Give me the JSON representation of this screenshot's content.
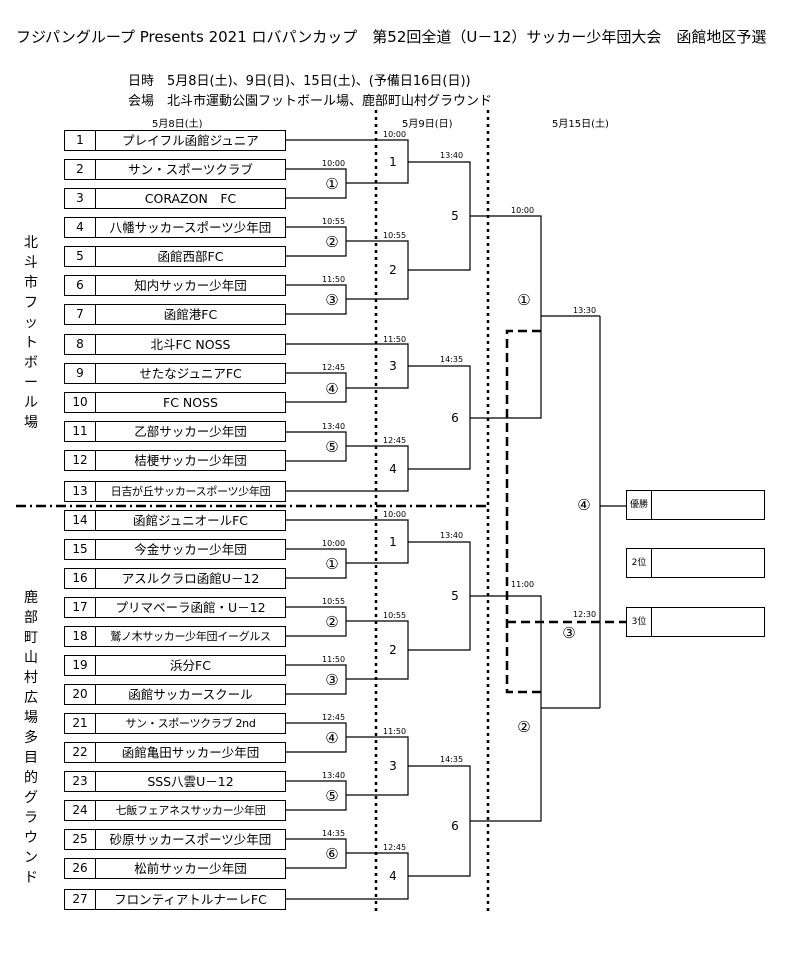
{
  "title": "フジパングループ Presents 2021 ロバパンカップ　第52回全道（U－12）サッカー少年団大会　函館地区予選",
  "schedule": "日時　5月8日(土)、9日(日)、15日(土)、(予備日16日(日))",
  "venue_line": "会場　北斗市運動公園フットボール場、鹿部町山村グラウンド",
  "dates": {
    "d1": "5月8日(土)",
    "d2": "5月9日(日)",
    "d3": "5月15日(土)"
  },
  "venue_labels": {
    "hokuto": "北斗市フットボール場",
    "shikabe": "鹿部町山村広場多目的グラウンド"
  },
  "teams": [
    {
      "num": "1",
      "name": "プレイフル函館ジュニア"
    },
    {
      "num": "2",
      "name": "サン・スポーツクラブ"
    },
    {
      "num": "3",
      "name": "CORAZON　FC"
    },
    {
      "num": "4",
      "name": "八幡サッカースポーツ少年団"
    },
    {
      "num": "5",
      "name": "函館西部FC"
    },
    {
      "num": "6",
      "name": "知内サッカー少年団"
    },
    {
      "num": "7",
      "name": "函館港FC"
    },
    {
      "num": "8",
      "name": "北斗FC NOSS"
    },
    {
      "num": "9",
      "name": "せたなジュニアFC"
    },
    {
      "num": "10",
      "name": "FC NOSS"
    },
    {
      "num": "11",
      "name": "乙部サッカー少年団"
    },
    {
      "num": "12",
      "name": "桔梗サッカー少年団"
    },
    {
      "num": "13",
      "name": "日吉が丘サッカースポーツ少年団"
    },
    {
      "num": "14",
      "name": "函館ジュニオールFC"
    },
    {
      "num": "15",
      "name": "今金サッカー少年団"
    },
    {
      "num": "16",
      "name": "アスルクラロ函館U－12"
    },
    {
      "num": "17",
      "name": "プリマベーラ函館・U－12"
    },
    {
      "num": "18",
      "name": "鷲ノ木サッカー少年団イーグルス"
    },
    {
      "num": "19",
      "name": "浜分FC"
    },
    {
      "num": "20",
      "name": "函館サッカースクール"
    },
    {
      "num": "21",
      "name": "サン・スポーツクラブ 2nd"
    },
    {
      "num": "22",
      "name": "函館亀田サッカー少年団"
    },
    {
      "num": "23",
      "name": "SSS八雲U－12"
    },
    {
      "num": "24",
      "name": "七飯フェアネスサッカー少年団"
    },
    {
      "num": "25",
      "name": "砂原サッカースポーツ少年団"
    },
    {
      "num": "26",
      "name": "松前サッカー少年団"
    },
    {
      "num": "27",
      "name": "フロンティアトルナーレFC"
    }
  ],
  "match_labels": {
    "circled": [
      "①",
      "②",
      "③",
      "④",
      "⑤",
      "⑥"
    ],
    "plain": [
      "1",
      "2",
      "3",
      "4",
      "5",
      "6"
    ]
  },
  "times": {
    "t1000": "10:00",
    "t1055": "10:55",
    "t1150": "11:50",
    "t1245": "12:45",
    "t1340": "13:40",
    "t1435": "14:35",
    "t1100": "11:00",
    "t1230": "12:30",
    "t1330": "13:30"
  },
  "results": {
    "winner": "優勝",
    "second": "2位",
    "third": "3位"
  }
}
